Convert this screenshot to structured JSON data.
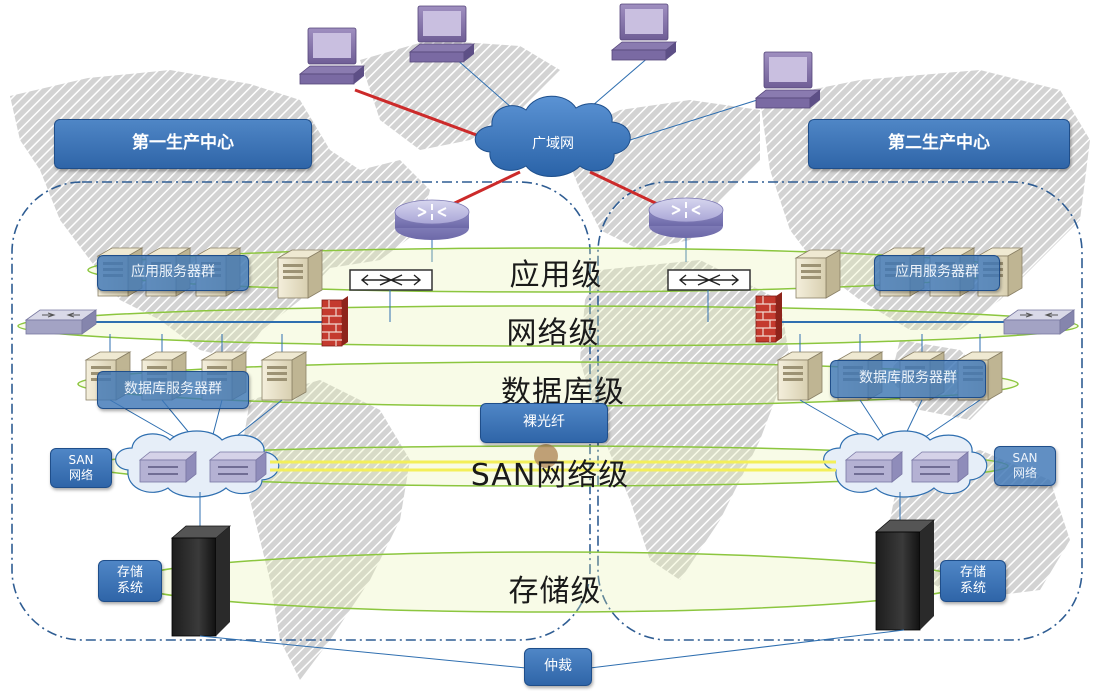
{
  "wan": {
    "label": "广域网"
  },
  "sites": {
    "first": {
      "title": "第一生产中心"
    },
    "second": {
      "title": "第二生产中心"
    }
  },
  "tiers": {
    "app": "应用级",
    "network": "网络级",
    "database": "数据库级",
    "san": "SAN网络级",
    "storage": "存储级"
  },
  "groups": {
    "app_servers_left": "应用服务器群",
    "app_servers_right": "应用服务器群",
    "db_servers_left": "数据库服务器群",
    "db_servers_right": "数据库服务器群"
  },
  "san_left": {
    "line1": "SAN",
    "line2": "网络"
  },
  "san_right": {
    "line1": "SAN",
    "line2": "网络"
  },
  "storage_left": {
    "line1": "存储",
    "line2": "系统"
  },
  "storage_right": {
    "line1": "存储",
    "line2": "系统"
  },
  "fiber": {
    "label": "裸光纤"
  },
  "arbiter": {
    "label": "仲裁"
  },
  "colors": {
    "box_fill": "#3a72b8",
    "map_gray": "#c9c9c9",
    "band_green": "#8cc63f",
    "link_red": "#cc2a2a",
    "link_blue": "#2f6fb0",
    "fiber_yellow": "#f3ef5a"
  }
}
